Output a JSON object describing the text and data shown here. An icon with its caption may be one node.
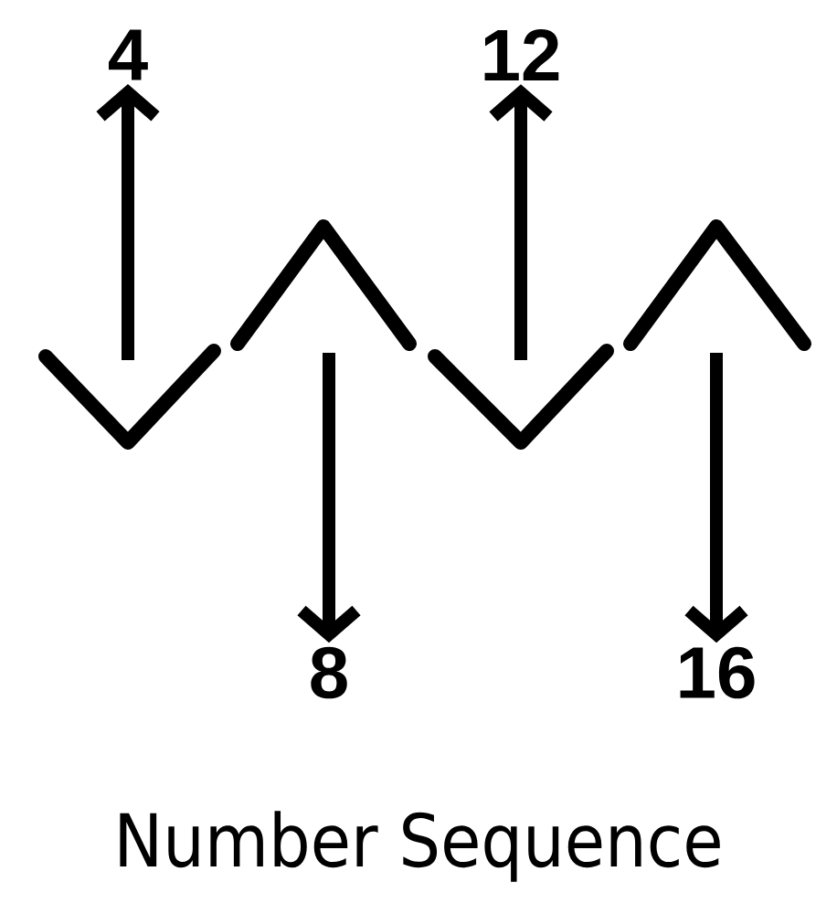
{
  "diagram": {
    "caption": "Number Sequence",
    "nodes": [
      {
        "text": [
          "4"
        ]
      },
      {
        "text": [
          "12"
        ]
      },
      {
        "text": [
          "8"
        ]
      },
      {
        "text": [
          "16"
        ]
      }
    ],
    "edges": [
      {
        "from": null,
        "to": 0,
        "arrow": "to"
      },
      {
        "from": null,
        "to": 1,
        "arrow": "to"
      },
      {
        "from": null,
        "to": 2,
        "arrow": "to"
      },
      {
        "from": null,
        "to": 3,
        "arrow": "to"
      }
    ]
  }
}
